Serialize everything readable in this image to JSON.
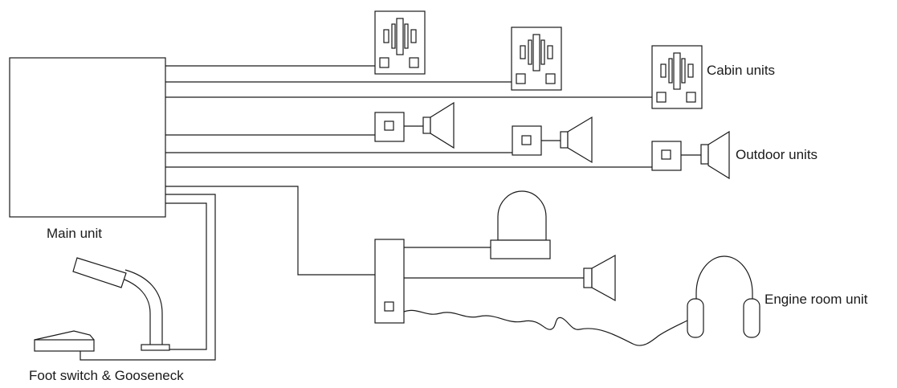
{
  "labels": {
    "main_unit": "Main unit",
    "cabin_units": "Cabin units",
    "outdoor_units": "Outdoor units",
    "engine_room_unit": "Engine room unit",
    "foot_switch_gooseneck": "Foot switch & Gooseneck"
  }
}
